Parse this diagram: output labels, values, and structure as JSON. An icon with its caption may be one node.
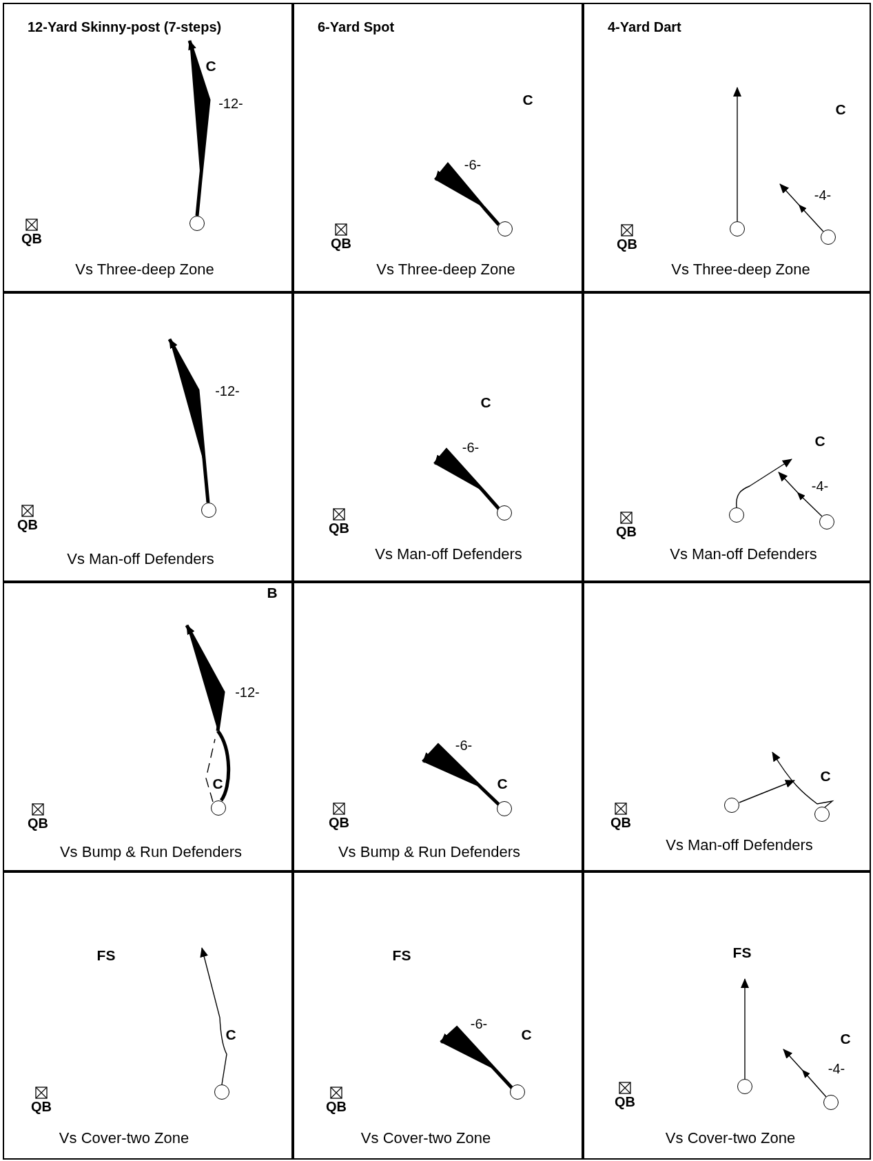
{
  "diagram": {
    "nodes": [
      {
        "text": [
          "12-Yard Skinny-post (7-steps)",
          "Vs Three-deep Zone"
        ]
      },
      {
        "text": [
          "QB"
        ],
        "in": 0
      },
      {
        "text": [],
        "shape": "circle",
        "in": 0
      },
      {
        "text": [
          "6-Yard Spot",
          "Vs Three-deep Zone"
        ]
      },
      {
        "text": [
          "QB"
        ],
        "in": 3
      },
      {
        "text": [],
        "shape": "circle",
        "in": 3
      },
      {
        "text": [
          "4-Yard Dart",
          "Vs Three-deep Zone"
        ]
      },
      {
        "text": [
          "QB"
        ],
        "in": 6
      },
      {
        "text": [],
        "shape": "circle",
        "in": 6
      },
      {
        "text": [],
        "shape": "circle",
        "in": 6
      },
      {
        "text": [
          "Vs Man-off Defenders"
        ]
      },
      {
        "text": [
          "QB"
        ],
        "in": 10
      },
      {
        "text": [],
        "shape": "circle",
        "in": 10
      },
      {
        "text": [
          "Vs Man-off Defenders"
        ]
      },
      {
        "text": [
          "QB"
        ],
        "in": 13
      },
      {
        "text": [],
        "shape": "circle",
        "in": 13
      },
      {
        "text": [
          "Vs Man-off Defenders"
        ]
      },
      {
        "text": [
          "QB"
        ],
        "in": 16
      },
      {
        "text": [],
        "shape": "circle",
        "in": 16
      },
      {
        "text": [],
        "shape": "circle",
        "in": 16
      },
      {
        "text": [
          "Vs Bump & Run Defenders"
        ]
      },
      {
        "text": [
          "QB"
        ],
        "in": 20
      },
      {
        "text": [],
        "shape": "circle",
        "in": 20
      },
      {
        "text": [
          "Vs Bump & Run Defenders"
        ]
      },
      {
        "text": [
          "QB"
        ],
        "in": 23
      },
      {
        "text": [],
        "shape": "circle",
        "in": 23
      },
      {
        "text": [
          "Vs Man-off Defenders"
        ]
      },
      {
        "text": [
          "QB"
        ],
        "in": 26
      },
      {
        "text": [],
        "shape": "circle",
        "in": 26
      },
      {
        "text": [],
        "shape": "circle",
        "in": 26
      },
      {
        "text": [
          "Vs Cover-two Zone"
        ]
      },
      {
        "text": [
          "QB"
        ],
        "in": 30
      },
      {
        "text": [],
        "shape": "circle",
        "in": 30
      },
      {
        "text": [
          "Vs Cover-two Zone"
        ]
      },
      {
        "text": [
          "QB"
        ],
        "in": 33
      },
      {
        "text": [],
        "shape": "circle",
        "in": 33
      },
      {
        "text": [
          "Vs Cover-two Zone"
        ]
      },
      {
        "text": [
          "QB"
        ],
        "in": 36
      },
      {
        "text": [],
        "shape": "circle",
        "in": 36
      },
      {
        "text": [],
        "shape": "circle",
        "in": 36
      }
    ],
    "edges": [
      {
        "from": 2,
        "to": null,
        "arrow": "to",
        "style": "thick",
        "label": "-12-"
      },
      {
        "from": 5,
        "to": null,
        "arrow": "to",
        "style": "thick",
        "label": "-6-"
      },
      {
        "from": 8,
        "to": null,
        "arrow": "to"
      },
      {
        "from": 9,
        "to": null,
        "arrow": "to",
        "label": "-4-"
      },
      {
        "from": 12,
        "to": null,
        "arrow": "to",
        "style": "thick",
        "label": "-12-"
      },
      {
        "from": 15,
        "to": null,
        "arrow": "to",
        "style": "thick",
        "label": "-6-"
      },
      {
        "from": 18,
        "to": null,
        "arrow": "to"
      },
      {
        "from": 19,
        "to": null,
        "arrow": "to",
        "label": "-4-"
      },
      {
        "from": 22,
        "to": null,
        "arrow": "to",
        "style": "thick",
        "label": "-12-"
      },
      {
        "from": 22,
        "to": null,
        "arrow": "none",
        "style": "dashed"
      },
      {
        "from": 25,
        "to": null,
        "arrow": "to",
        "style": "thick",
        "label": "-6-"
      },
      {
        "from": 28,
        "to": null,
        "arrow": "to"
      },
      {
        "from": 29,
        "to": null,
        "arrow": "to"
      },
      {
        "from": 32,
        "to": null,
        "arrow": "to"
      },
      {
        "from": 35,
        "to": null,
        "arrow": "to",
        "style": "thick",
        "label": "-6-"
      },
      {
        "from": 38,
        "to": null,
        "arrow": "to"
      },
      {
        "from": 39,
        "to": null,
        "arrow": "to",
        "label": "-4-"
      }
    ],
    "labels": [
      "C",
      "C",
      "C",
      "C",
      "C",
      "B",
      "C",
      "C",
      "C",
      "FS",
      "C",
      "FS",
      "C",
      "FS",
      "C"
    ]
  }
}
